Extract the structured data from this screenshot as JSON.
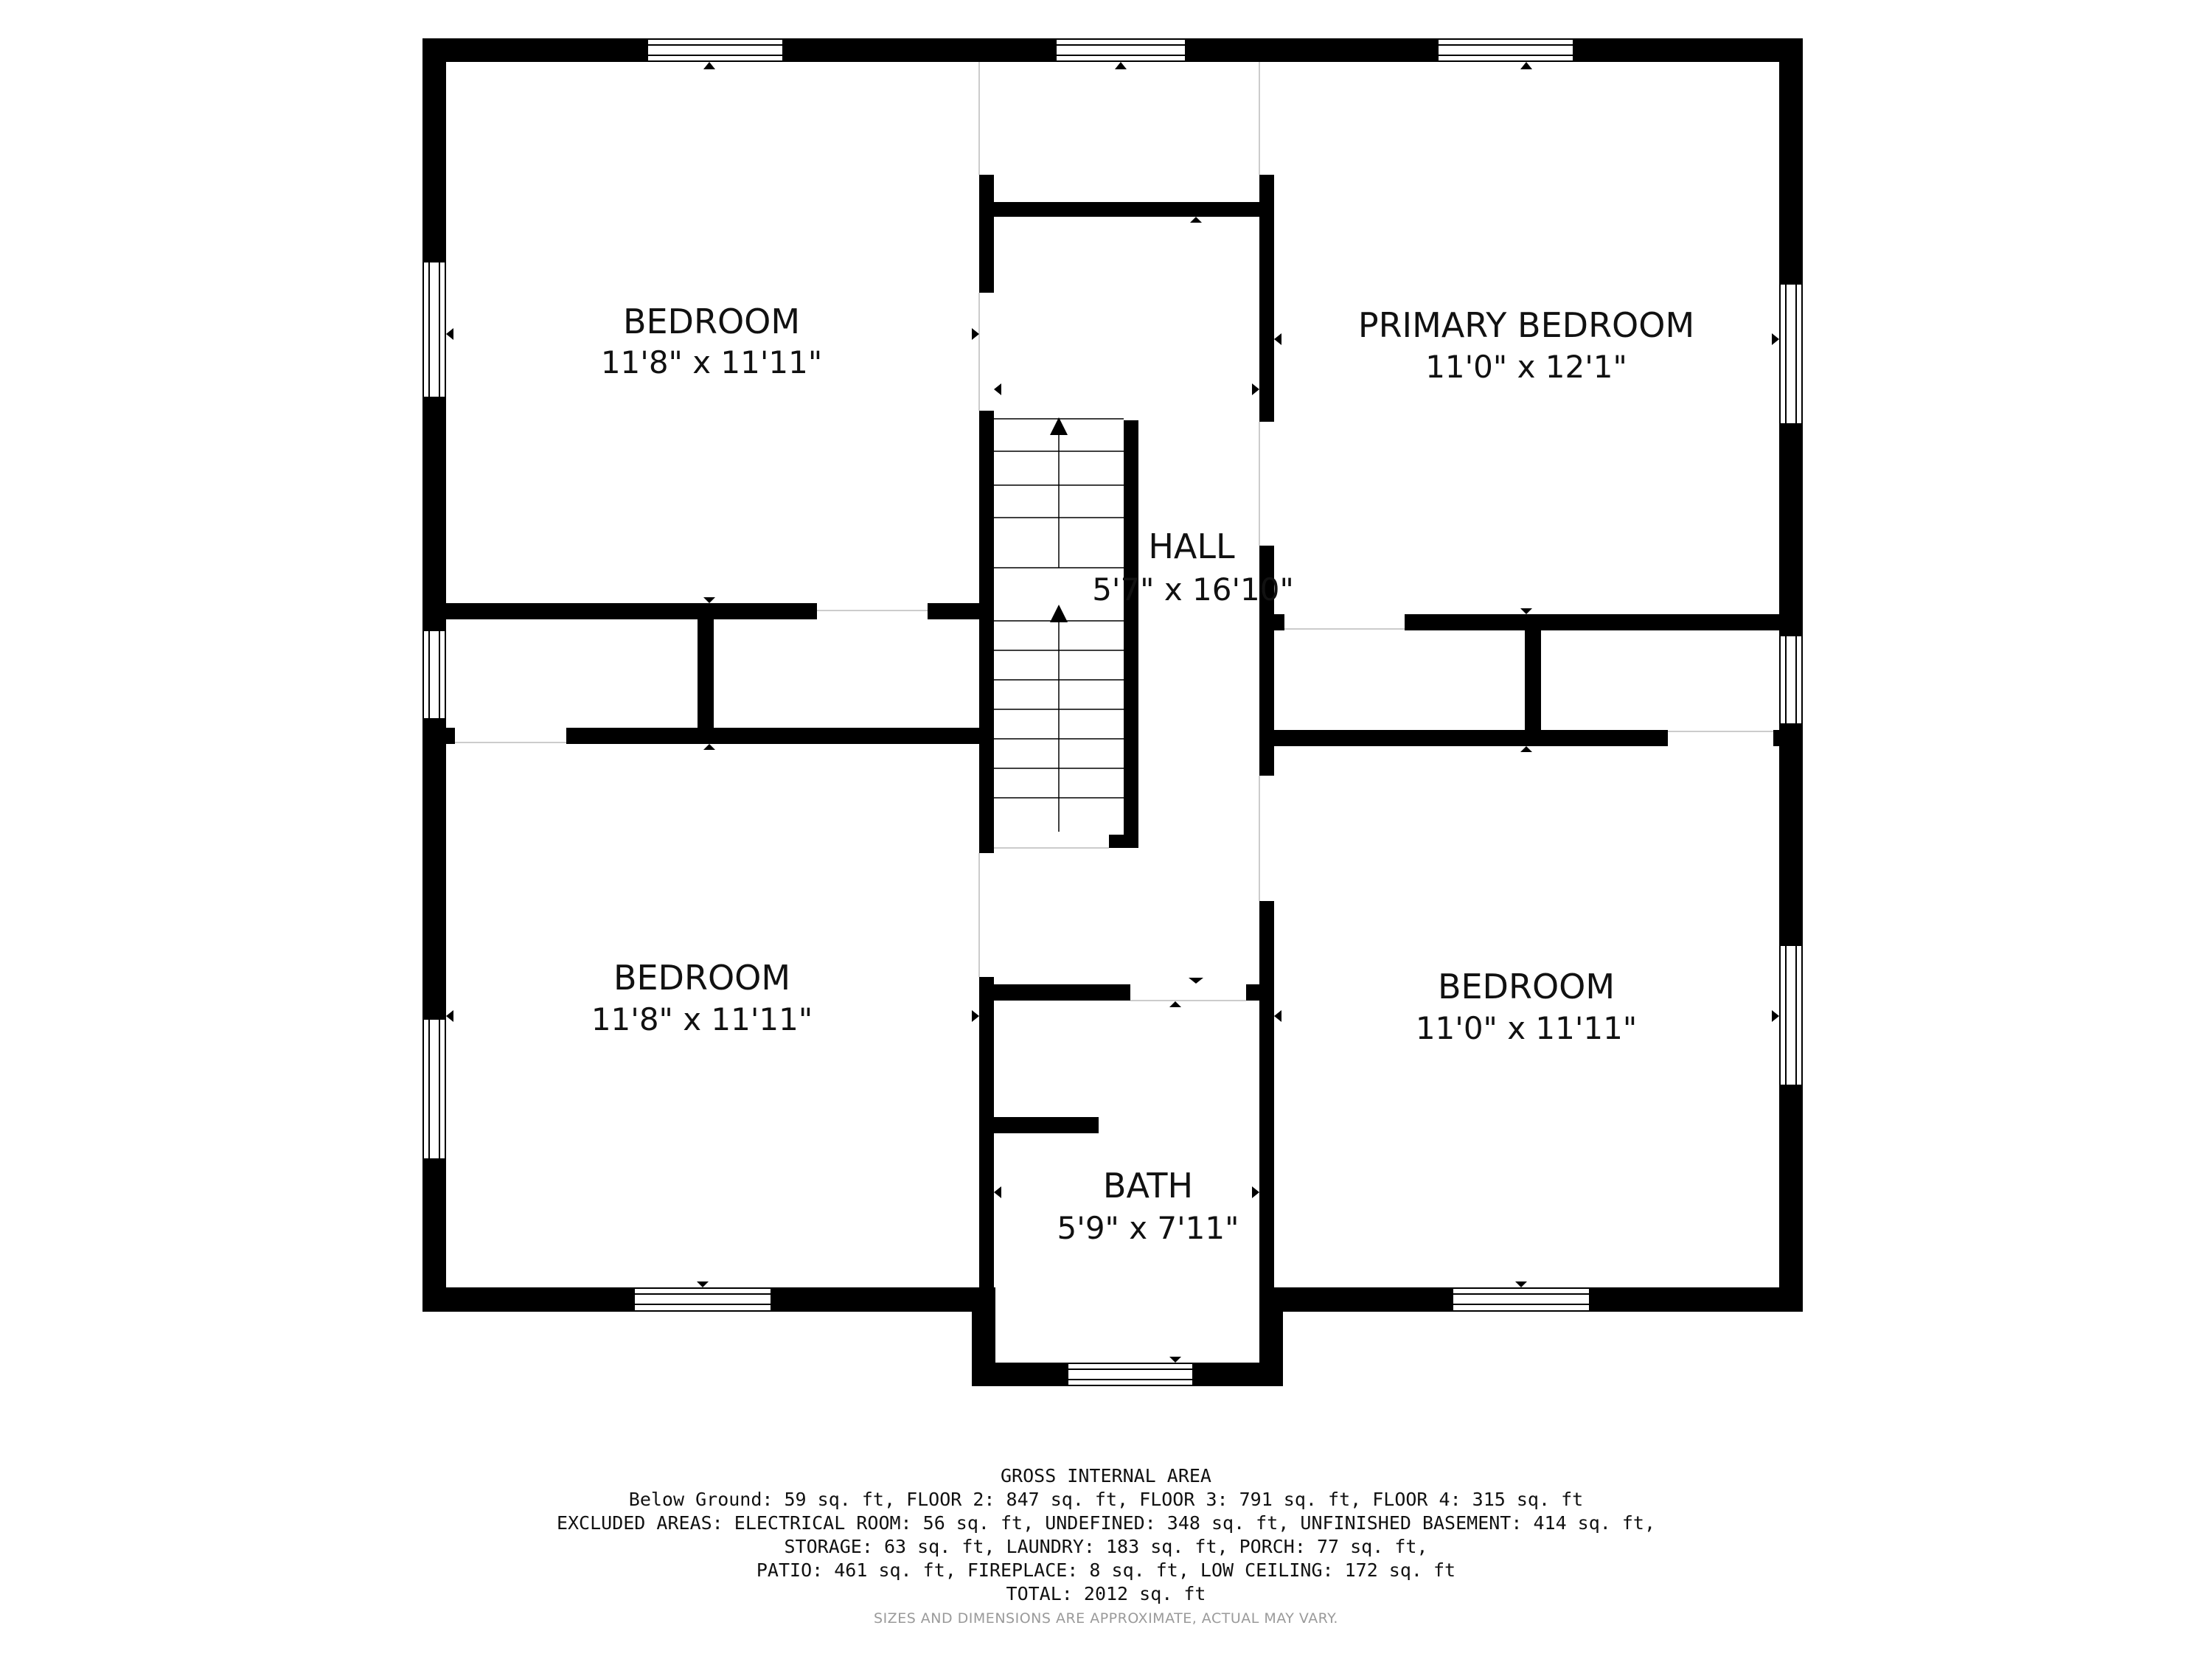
{
  "rooms": [
    {
      "name": "BEDROOM",
      "dims": "11'8\" x 11'11\""
    },
    {
      "name": "PRIMARY BEDROOM",
      "dims": "11'0\" x 12'1\""
    },
    {
      "name": "HALL",
      "dims": "5'7\" x 16'10\""
    },
    {
      "name": "BEDROOM",
      "dims": "11'8\" x 11'11\""
    },
    {
      "name": "BEDROOM",
      "dims": "11'0\" x 11'11\""
    },
    {
      "name": "BATH",
      "dims": "5'9\" x 7'11\""
    }
  ],
  "area_summary": {
    "heading": "GROSS INTERNAL AREA",
    "floors_line": "Below Ground: 59 sq. ft, FLOOR 2: 847 sq. ft, FLOOR 3: 791 sq. ft, FLOOR 4: 315 sq. ft",
    "excluded_line_1": "EXCLUDED AREAS: ELECTRICAL ROOM: 56 sq. ft, UNDEFINED: 348 sq. ft, UNFINISHED BASEMENT: 414 sq. ft,",
    "excluded_line_2": "STORAGE: 63 sq. ft, LAUNDRY: 183 sq. ft, PORCH: 77 sq. ft,",
    "excluded_line_3": "PATIO: 461 sq. ft, FIREPLACE: 8 sq. ft, LOW CEILING: 172 sq. ft",
    "total": "TOTAL: 2012 sq. ft",
    "disclaimer": "SIZES AND DIMENSIONS ARE APPROXIMATE, ACTUAL MAY VARY."
  },
  "colors": {
    "wall": "#000000",
    "window_frame": "#000000",
    "background": "#ffffff",
    "text": "#111111"
  },
  "icons": [
    "stair-arrow-icon",
    "door-marker-icon"
  ]
}
